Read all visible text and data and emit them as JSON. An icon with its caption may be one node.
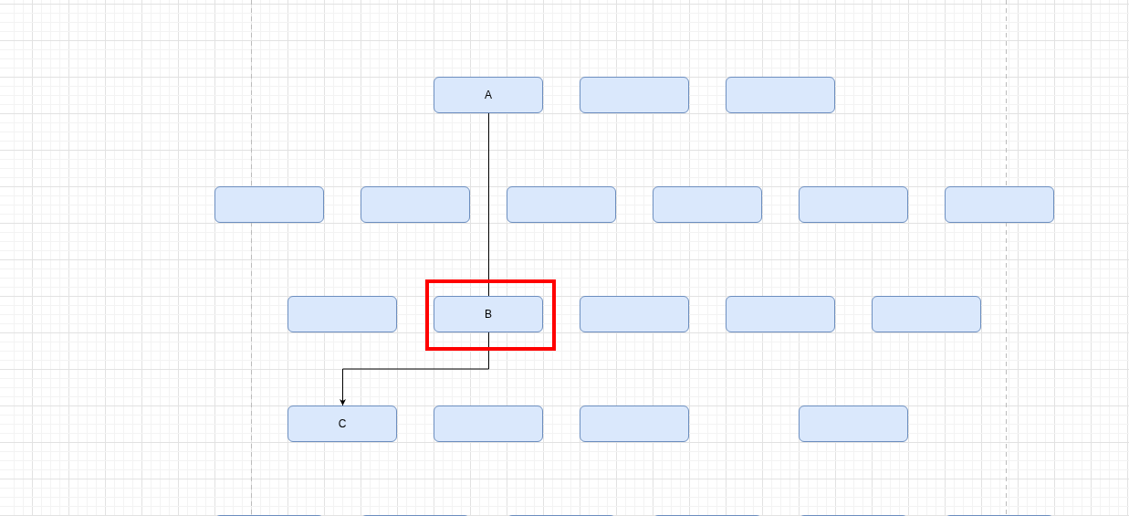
{
  "diagram": {
    "nodes": [
      {
        "text": [
          "A"
        ]
      },
      {
        "text": [],
        "shape": "box"
      },
      {
        "text": [],
        "shape": "box"
      },
      {
        "text": [],
        "shape": "box"
      },
      {
        "text": [],
        "shape": "box"
      },
      {
        "text": [],
        "shape": "box"
      },
      {
        "text": [],
        "shape": "box"
      },
      {
        "text": [],
        "shape": "box"
      },
      {
        "text": [],
        "shape": "box"
      },
      {
        "text": [],
        "shape": "box"
      },
      {
        "text": [],
        "shape": "frame"
      },
      {
        "text": [
          "B"
        ],
        "in": 10
      },
      {
        "text": [],
        "shape": "box"
      },
      {
        "text": [],
        "shape": "box"
      },
      {
        "text": [],
        "shape": "box"
      },
      {
        "text": [
          "C"
        ]
      },
      {
        "text": [],
        "shape": "box"
      },
      {
        "text": [],
        "shape": "box"
      },
      {
        "text": [],
        "shape": "box"
      },
      {
        "text": [],
        "shape": "box"
      },
      {
        "text": [],
        "shape": "box"
      },
      {
        "text": [],
        "shape": "box"
      },
      {
        "text": [],
        "shape": "box"
      },
      {
        "text": [],
        "shape": "box"
      },
      {
        "text": [],
        "shape": "box"
      }
    ],
    "edges": [
      {
        "from": 0,
        "to": 11,
        "arrow": "none"
      },
      {
        "from": 11,
        "to": 15,
        "arrow": "to"
      }
    ]
  }
}
